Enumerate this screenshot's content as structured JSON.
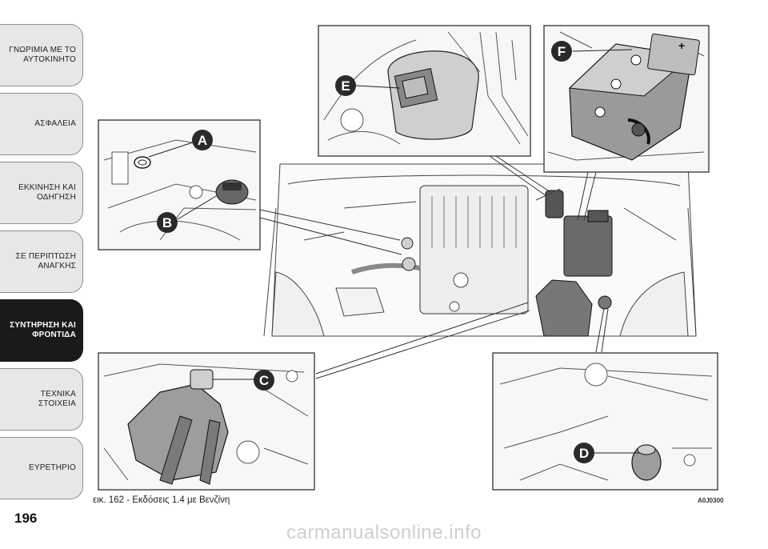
{
  "tabs": [
    {
      "label": "ΓΝΩΡΙΜΙΑ ΜΕ ΤΟ ΑΥΤΟΚΙΝΗΤΟ",
      "active": false
    },
    {
      "label": "ΑΣΦΑΛΕΙΑ",
      "active": false
    },
    {
      "label": "ΕΚΚΙΝΗΣΗ ΚΑΙ ΟΔΗΓΗΣΗ",
      "active": false
    },
    {
      "label": "ΣΕ ΠΕΡΙΠΤΩΣΗ ΑΝΑΓΚΗΣ",
      "active": false
    },
    {
      "label": "ΣΥΝΤΗΡΗΣΗ ΚΑΙ ΦΡΟΝΤΙΔΑ",
      "active": true
    },
    {
      "label": "ΤΕΧΝΙΚΑ ΣΤΟΙΧΕΙΑ",
      "active": false
    },
    {
      "label": "ΕΥΡΕΤΗΡΙΟ",
      "active": false
    }
  ],
  "page_number": "196",
  "figure": {
    "caption": "εικ. 162 - Εκδόσεις 1.4 με Βενζίνη",
    "code": "A0J0300",
    "callouts": [
      "A",
      "B",
      "C",
      "D",
      "E",
      "F"
    ],
    "battery_sign": "+"
  },
  "watermark": "carmanualsonline.info",
  "colors": {
    "active_tab": "#1a1a1a",
    "tab_bg": "#e7e7e7",
    "badge": "#2a2a2a"
  }
}
